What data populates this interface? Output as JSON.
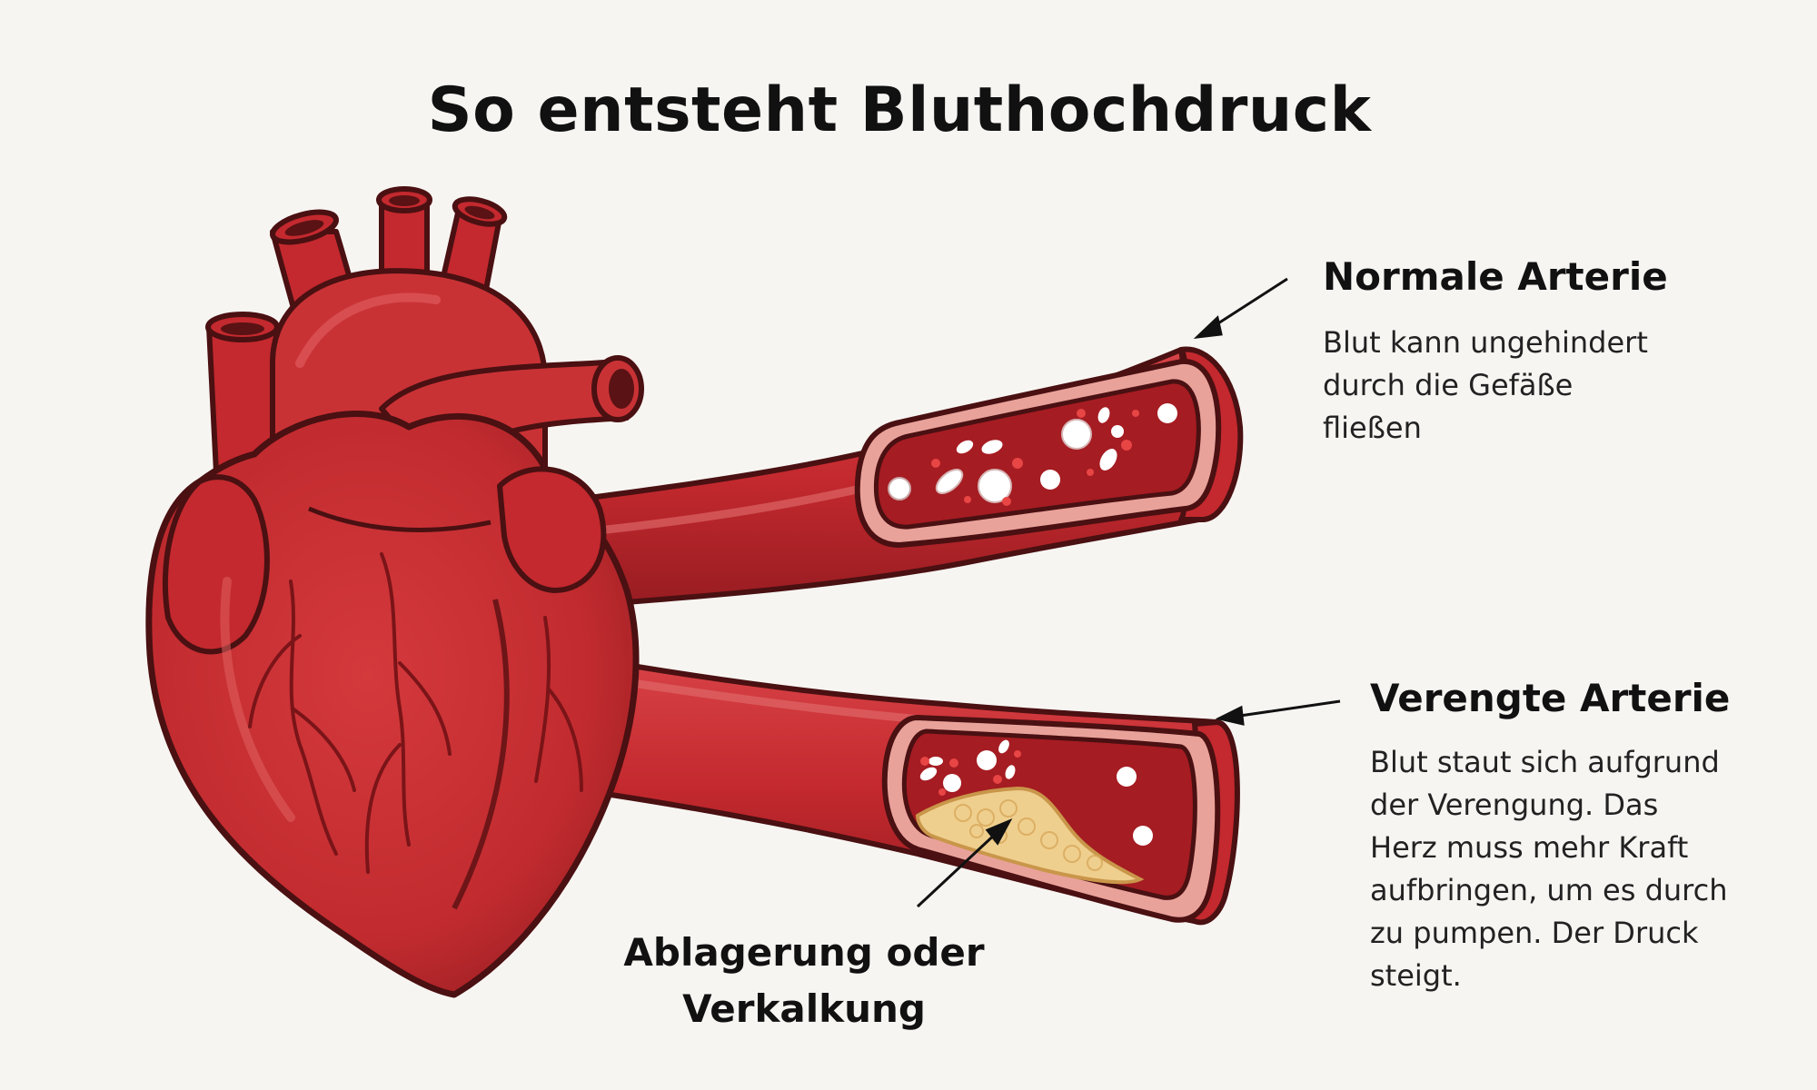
{
  "title": "So entsteht Bluthochdruck",
  "normal_artery": {
    "heading": "Normale Arterie",
    "lines": [
      "Blut kann ungehindert",
      "durch die Gefäße",
      "fließen"
    ]
  },
  "narrowed_artery": {
    "heading": "Verengte Arterie",
    "lines": [
      "Blut staut sich aufgrund",
      "der Verengung. Das",
      "Herz muss mehr Kraft",
      "aufbringen, um es durch",
      "zu pumpen. Der Druck",
      "steigt."
    ]
  },
  "deposit": {
    "lines": [
      "Ablagerung oder",
      "Verkalkung"
    ]
  },
  "colors": {
    "background": "#f7f5f2",
    "heart_red": "#c93235",
    "heart_dark": "#8e1d21",
    "outline": "#4a1012",
    "vessel_inner": "#e9a29a",
    "blood": "#a51c22",
    "plaque": "#efcf8e",
    "cell_white": "#ffffff"
  }
}
